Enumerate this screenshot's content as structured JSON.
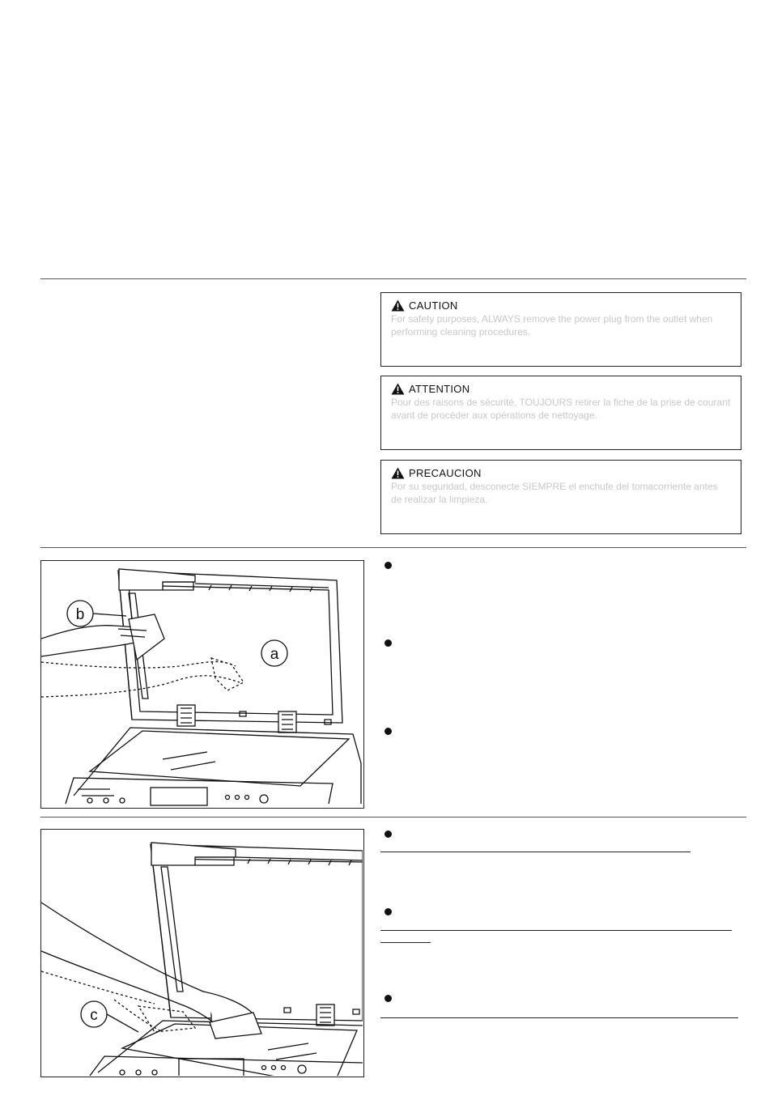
{
  "warnings": [
    {
      "heading": "CAUTION",
      "body": "For safety purposes, ALWAYS remove the power plug from the outlet when performing cleaning procedures."
    },
    {
      "heading": "ATTENTION",
      "body": "Pour des raisons de sécurité, TOUJOURS retirer la fiche de la prise de courant avant de procéder aux opérations de nettoyage."
    },
    {
      "heading": "PRECAUCION",
      "body": "Por su seguridad, desconecte SIEMPRE el enchufe del tomacorriente antes de realizar la limpieza."
    }
  ],
  "figures": {
    "figure1": {
      "callout_a": "a",
      "callout_b": "b"
    },
    "figure2": {
      "callout_c": "c"
    }
  },
  "icons": [
    "warning-triangle-icon",
    "bullet-icon"
  ]
}
